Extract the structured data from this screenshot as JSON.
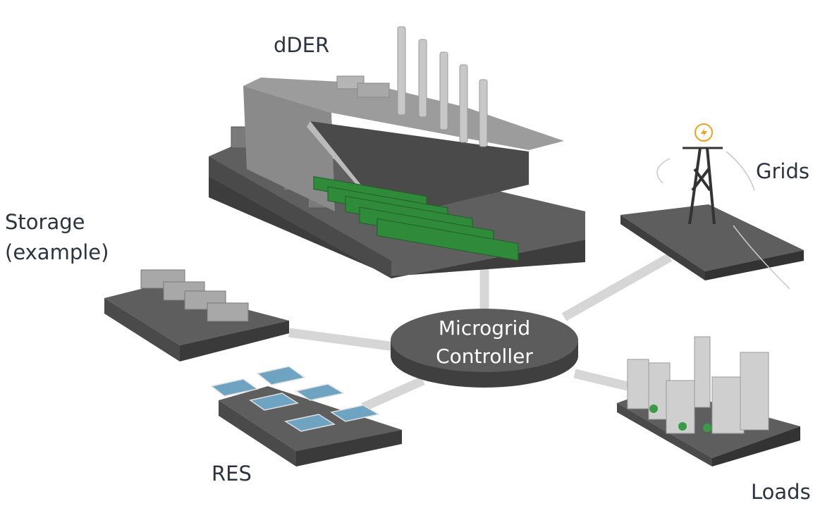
{
  "diagram": {
    "title": "Microgrid architecture",
    "hub": {
      "line1": "Microgrid",
      "line2": "Controller"
    },
    "nodes": [
      {
        "id": "dder",
        "label": "dDER"
      },
      {
        "id": "grids",
        "label": "Grids"
      },
      {
        "id": "storage",
        "label_line1": "Storage",
        "label_line2": "(example)"
      },
      {
        "id": "res",
        "label": "RES"
      },
      {
        "id": "loads",
        "label": "Loads"
      }
    ],
    "connections": [
      "dder",
      "grids",
      "storage",
      "res",
      "loads"
    ],
    "colors": {
      "platform_top": "#5e5e5e",
      "platform_side": "#3f3f3f",
      "connector": "#d6d6d6",
      "hub": "#5a5a5a",
      "engine": "#2f8a3a",
      "solar": "#6fa3c2",
      "text": "#2c3440",
      "accent_orange": "#e8a323"
    }
  }
}
